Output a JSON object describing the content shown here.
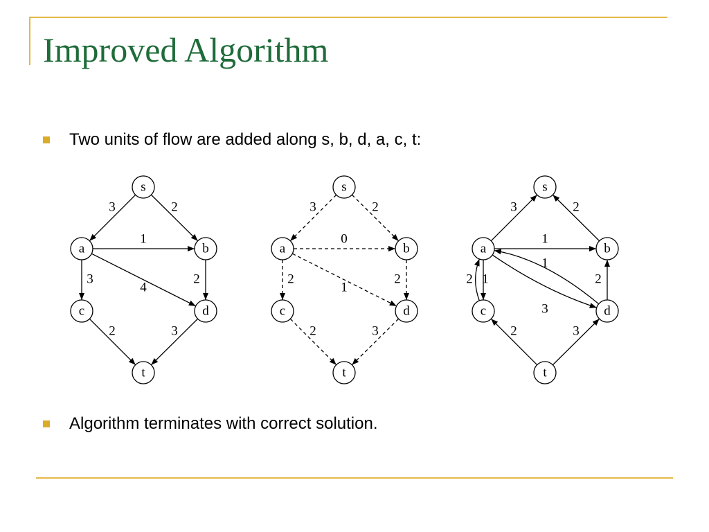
{
  "slide": {
    "title": "Improved Algorithm",
    "bullet_1": "Two units of flow are added along s, b, d, a, c, t:",
    "bullet_2": "Algorithm terminates with correct solution.",
    "colors": {
      "title": "#1f6b3a",
      "accent": "#e5b848",
      "bullet": "#d9ad2a"
    }
  },
  "graphs": [
    {
      "name": "graph-left",
      "nodes": [
        "s",
        "a",
        "b",
        "c",
        "d",
        "t"
      ],
      "edges": [
        {
          "from": "s",
          "to": "a",
          "label": "3",
          "style": "solid"
        },
        {
          "from": "s",
          "to": "b",
          "label": "2",
          "style": "solid"
        },
        {
          "from": "a",
          "to": "b",
          "label": "1",
          "style": "solid"
        },
        {
          "from": "a",
          "to": "c",
          "label": "3",
          "style": "solid"
        },
        {
          "from": "a",
          "to": "d",
          "label": "4",
          "style": "solid"
        },
        {
          "from": "b",
          "to": "d",
          "label": "2",
          "style": "solid"
        },
        {
          "from": "c",
          "to": "t",
          "label": "2",
          "style": "solid"
        },
        {
          "from": "d",
          "to": "t",
          "label": "3",
          "style": "solid"
        }
      ]
    },
    {
      "name": "graph-middle",
      "nodes": [
        "s",
        "a",
        "b",
        "c",
        "d",
        "t"
      ],
      "edges": [
        {
          "from": "s",
          "to": "a",
          "label": "3",
          "style": "dashed"
        },
        {
          "from": "s",
          "to": "b",
          "label": "2",
          "style": "dashed"
        },
        {
          "from": "a",
          "to": "b",
          "label": "0",
          "style": "dashed"
        },
        {
          "from": "a",
          "to": "c",
          "label": "2",
          "style": "dashed"
        },
        {
          "from": "a",
          "to": "d",
          "label": "1",
          "style": "dashed"
        },
        {
          "from": "b",
          "to": "d",
          "label": "2",
          "style": "dashed"
        },
        {
          "from": "c",
          "to": "t",
          "label": "2",
          "style": "dashed"
        },
        {
          "from": "d",
          "to": "t",
          "label": "3",
          "style": "dashed"
        }
      ]
    },
    {
      "name": "graph-right",
      "nodes": [
        "s",
        "a",
        "b",
        "c",
        "d",
        "t"
      ],
      "edges": [
        {
          "from": "a",
          "to": "s",
          "label": "3",
          "style": "solid"
        },
        {
          "from": "b",
          "to": "s",
          "label": "2",
          "style": "solid"
        },
        {
          "from": "a",
          "to": "b",
          "label": "1",
          "style": "solid"
        },
        {
          "from": "d",
          "to": "a",
          "label": "1",
          "style": "solid",
          "curve": "upper"
        },
        {
          "from": "a",
          "to": "d",
          "label": "3",
          "style": "solid",
          "curve": "lower"
        },
        {
          "from": "c",
          "to": "a",
          "label": "2",
          "style": "solid",
          "curve": "left"
        },
        {
          "from": "a",
          "to": "c",
          "label": "1",
          "style": "solid"
        },
        {
          "from": "d",
          "to": "b",
          "label": "2",
          "style": "solid"
        },
        {
          "from": "t",
          "to": "c",
          "label": "2",
          "style": "solid"
        },
        {
          "from": "t",
          "to": "d",
          "label": "3",
          "style": "solid"
        }
      ]
    }
  ]
}
